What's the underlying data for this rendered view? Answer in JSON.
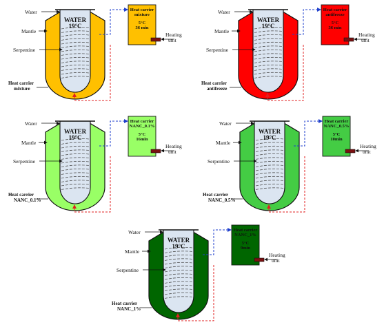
{
  "labels": {
    "water": "Water",
    "mantle": "Mantle",
    "serpentine": "Serpentine",
    "heat_carrier": "Heat carrier",
    "heating_unit_1": "Heating",
    "heating_unit_2": "unit",
    "tank_title": "WATER",
    "tank_temp": "19°C"
  },
  "panels": [
    {
      "id": "mixture",
      "color": "#ffc000",
      "carrier_name": "mixture",
      "box_line1": "Heat carrier",
      "box_line2": "mixture",
      "box_line3": "5°C",
      "box_line4": "36 min",
      "show_heating_label": true
    },
    {
      "id": "antifreeze",
      "color": "#ff0000",
      "carrier_name": "antifreeze",
      "box_line1": "Heat carrier",
      "box_line2": "antifreeze",
      "box_line3": "5°C",
      "box_line4": "36 min",
      "show_heating_label": true
    },
    {
      "id": "nanc01",
      "color": "#99ff66",
      "carrier_name": "NANC_0.1%",
      "box_line1": "Heat carrier",
      "box_line2": "NANC_0.1%",
      "box_line3": "5°C",
      "box_line4": "16min",
      "show_heating_label": true
    },
    {
      "id": "nanc05",
      "color": "#44cc44",
      "carrier_name": "NANC_0.5%",
      "box_line1": "Heat carrier",
      "box_line2": "NANC_0.5%",
      "box_line3": "5°C",
      "box_line4": "10min",
      "show_heating_label": true
    },
    {
      "id": "nanc1",
      "color": "#006600",
      "carrier_name": "NANC_1%",
      "box_line1": "Heat carrier",
      "box_line2": "NANC_1%",
      "box_line3": "5°C",
      "box_line4": "9min",
      "show_heating_label": true
    }
  ],
  "colors": {
    "water": "#dbe5f1",
    "outline": "#111111",
    "supply_line": "#1f3fcc",
    "return_line": "#e02020",
    "heater": "#7a1010"
  }
}
